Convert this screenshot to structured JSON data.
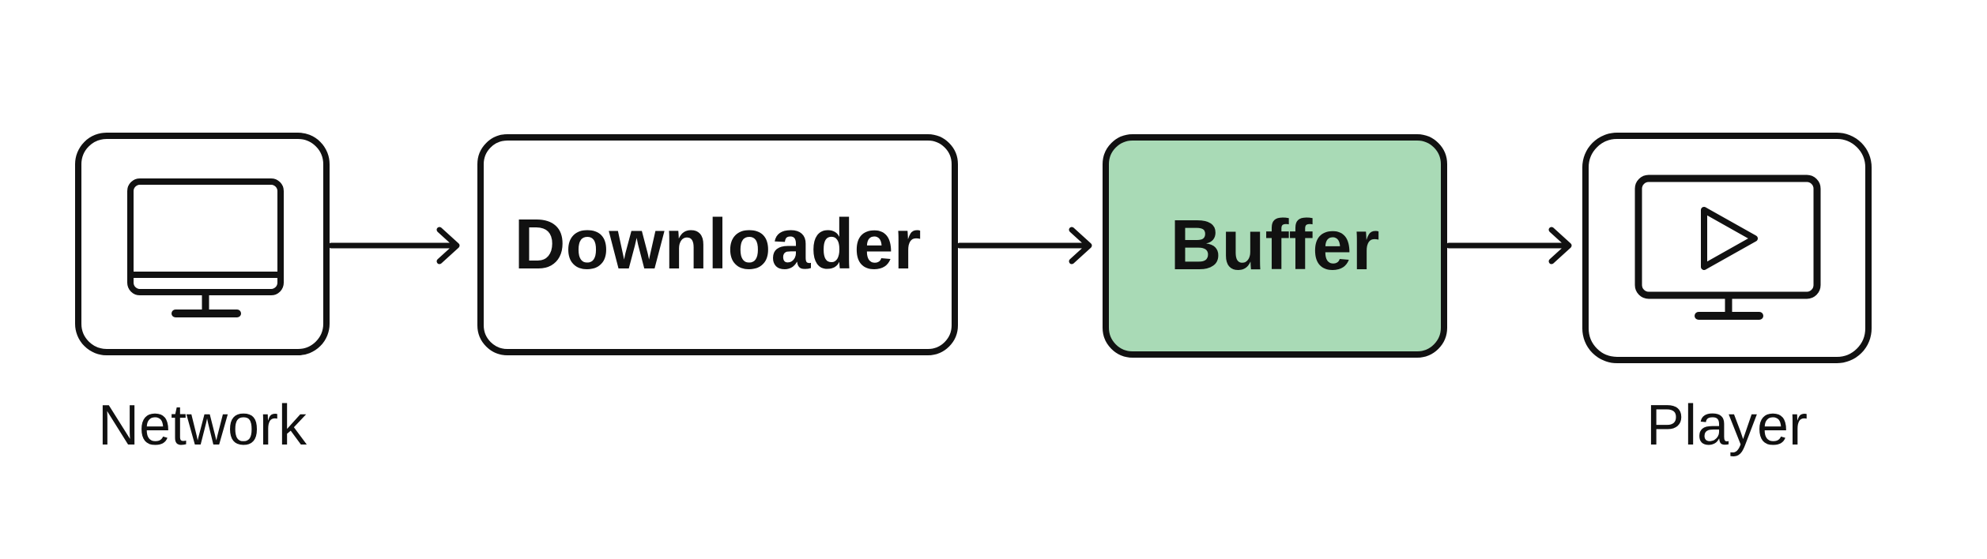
{
  "diagram": {
    "background_color": "#ffffff",
    "stroke_color": "#111111",
    "text_color": "#111111",
    "nodes": [
      {
        "id": "network",
        "label": "Network",
        "kind": "icon-node",
        "icon": "monitor-icon",
        "fill": "#ffffff",
        "label_position": "below"
      },
      {
        "id": "downloader",
        "label": "Downloader",
        "kind": "text-node",
        "fill": "#ffffff",
        "label_position": "inside"
      },
      {
        "id": "buffer",
        "label": "Buffer",
        "kind": "text-node",
        "fill": "#a9dab6",
        "label_position": "inside"
      },
      {
        "id": "player",
        "label": "Player",
        "kind": "icon-node",
        "icon": "monitor-play-icon",
        "fill": "#ffffff",
        "label_position": "below"
      }
    ],
    "edges": [
      {
        "from": "network",
        "to": "downloader",
        "style": "arrow-right"
      },
      {
        "from": "downloader",
        "to": "buffer",
        "style": "arrow-right"
      },
      {
        "from": "buffer",
        "to": "player",
        "style": "arrow-right"
      }
    ]
  }
}
